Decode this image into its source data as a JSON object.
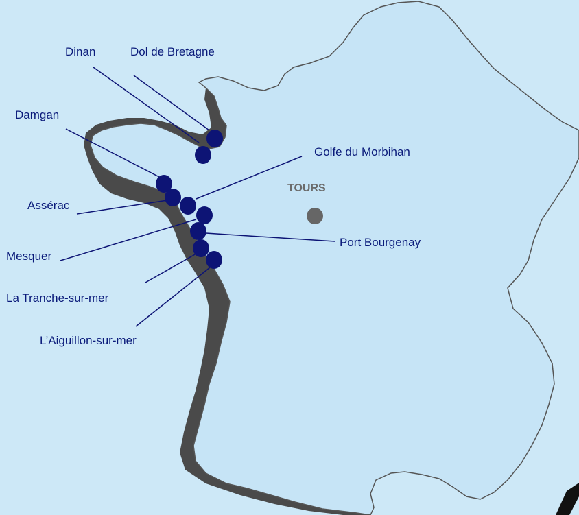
{
  "map": {
    "colors": {
      "sea": "#cde8f7",
      "land": "#c6e4f6",
      "coast_shadow": "#4a4a4a",
      "marker": "#0d1475",
      "leader_line": "#0d1475",
      "city_marker": "#666666",
      "city_label": "#6b6b6b"
    },
    "city": {
      "name": "TOURS"
    },
    "locations": [
      {
        "id": "dinan",
        "name": "Dinan"
      },
      {
        "id": "dol",
        "name": "Dol de Bretagne"
      },
      {
        "id": "damgan",
        "name": "Damgan"
      },
      {
        "id": "golfe",
        "name": "Golfe du Morbihan"
      },
      {
        "id": "asserac",
        "name": "Assérac"
      },
      {
        "id": "mesquer",
        "name": "Mesquer"
      },
      {
        "id": "port-bourgenay",
        "name": "Port Bourgenay"
      },
      {
        "id": "la-tranche",
        "name": "La Tranche-sur-mer"
      },
      {
        "id": "aiguillon",
        "name": "L’Aiguillon-sur-mer"
      }
    ]
  }
}
